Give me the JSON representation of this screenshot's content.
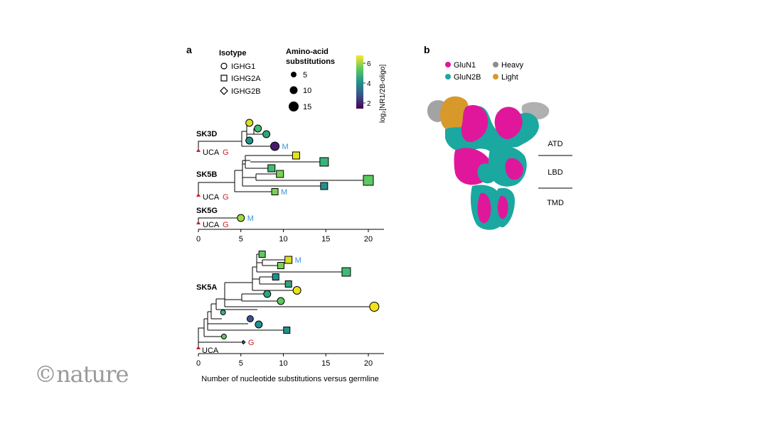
{
  "panel_a": {
    "label": "a",
    "isotype_legend": {
      "title": "Isotype",
      "items": [
        {
          "shape": "circle",
          "label": "IGHG1"
        },
        {
          "shape": "square",
          "label": "IGHG2A"
        },
        {
          "shape": "diamond",
          "label": "IGHG2B"
        }
      ]
    },
    "size_legend": {
      "title_line1": "Amino-acid",
      "title_line2": "substitutions",
      "items": [
        {
          "value": 5,
          "label": "5"
        },
        {
          "value": 10,
          "label": "10"
        },
        {
          "value": 15,
          "label": "15"
        }
      ]
    },
    "colorbar": {
      "label": "log₂[NR1/2B-oligo]",
      "ticks": [
        "2",
        "4",
        "6"
      ],
      "range": [
        1.5,
        6.8
      ],
      "colors": [
        "#440154",
        "#3b528b",
        "#21918c",
        "#5ec962",
        "#fde725"
      ]
    },
    "x_axis_label": "Number of nucleotide substitutions versus germline",
    "x_ticks": [
      "0",
      "5",
      "10",
      "15",
      "20"
    ],
    "trees_top": [
      {
        "name": "SK3D",
        "uca": "UCA",
        "uca_isotype": "G",
        "members": [
          {
            "shape": "circle",
            "x": 6.0,
            "color": "#d9e021"
          },
          {
            "shape": "circle",
            "x": 7.0,
            "color": "#3fbc73"
          },
          {
            "shape": "circle",
            "x": 8.0,
            "color": "#2ea57b"
          },
          {
            "shape": "circle",
            "x": 6.0,
            "color": "#21918c"
          },
          {
            "shape": "circle",
            "x": 9.0,
            "color": "#481a6c",
            "label": "M"
          }
        ]
      },
      {
        "name": "SK5B",
        "uca": "UCA",
        "uca_isotype": "G",
        "members": [
          {
            "shape": "square",
            "x": 11.5,
            "color": "#e6e419"
          },
          {
            "shape": "square",
            "x": 14.8,
            "color": "#35b779"
          },
          {
            "shape": "square",
            "x": 8.6,
            "color": "#3fbc73"
          },
          {
            "shape": "square",
            "x": 9.6,
            "color": "#7ad151"
          },
          {
            "shape": "square",
            "x": 20.0,
            "color": "#5ec962"
          },
          {
            "shape": "square",
            "x": 14.8,
            "color": "#21918c"
          },
          {
            "shape": "square",
            "x": 9.0,
            "color": "#7ad151",
            "label": "M"
          }
        ]
      },
      {
        "name": "SK5G",
        "uca": "UCA",
        "uca_isotype": "G",
        "members": [
          {
            "shape": "circle",
            "x": 5.0,
            "color": "#a0da39",
            "label": "M"
          }
        ]
      }
    ],
    "tree_bottom": {
      "name": "SK5A",
      "uca": "UCA",
      "members": [
        {
          "shape": "square",
          "x": 7.5,
          "color": "#5ec962"
        },
        {
          "shape": "square",
          "x": 10.6,
          "color": "#d9e021",
          "label": "M"
        },
        {
          "shape": "square",
          "x": 9.7,
          "color": "#7ad151"
        },
        {
          "shape": "square",
          "x": 17.4,
          "color": "#3fbc73"
        },
        {
          "shape": "square",
          "x": 9.1,
          "color": "#21918c"
        },
        {
          "shape": "square",
          "x": 10.6,
          "color": "#2ea57b"
        },
        {
          "shape": "circle",
          "x": 11.6,
          "color": "#e6e419"
        },
        {
          "shape": "circle",
          "x": 8.1,
          "color": "#2ea57b"
        },
        {
          "shape": "circle",
          "x": 9.7,
          "color": "#5ec962"
        },
        {
          "shape": "circle",
          "x": 20.7,
          "color": "#f3e21a"
        },
        {
          "shape": "circle",
          "x": 2.9,
          "color": "#35b779"
        },
        {
          "shape": "circle",
          "x": 6.1,
          "color": "#3b528b"
        },
        {
          "shape": "circle",
          "x": 7.1,
          "color": "#21918c"
        },
        {
          "shape": "square",
          "x": 10.4,
          "color": "#21918c"
        },
        {
          "shape": "circle",
          "x": 3.0,
          "color": "#5ec962"
        },
        {
          "shape": "diamond",
          "x": 5.3,
          "color": "#31688e",
          "label": "G"
        }
      ]
    }
  },
  "panel_b": {
    "label": "b",
    "legend": [
      {
        "label": "GluN1",
        "color": "#e0179b"
      },
      {
        "label": "GluN2B",
        "color": "#1aa8a0"
      },
      {
        "label": "Heavy",
        "color": "#8c8c8c"
      },
      {
        "label": "Light",
        "color": "#d79a2a"
      }
    ],
    "domains": [
      "ATD",
      "LBD",
      "TMD"
    ]
  },
  "watermark": "©nature"
}
